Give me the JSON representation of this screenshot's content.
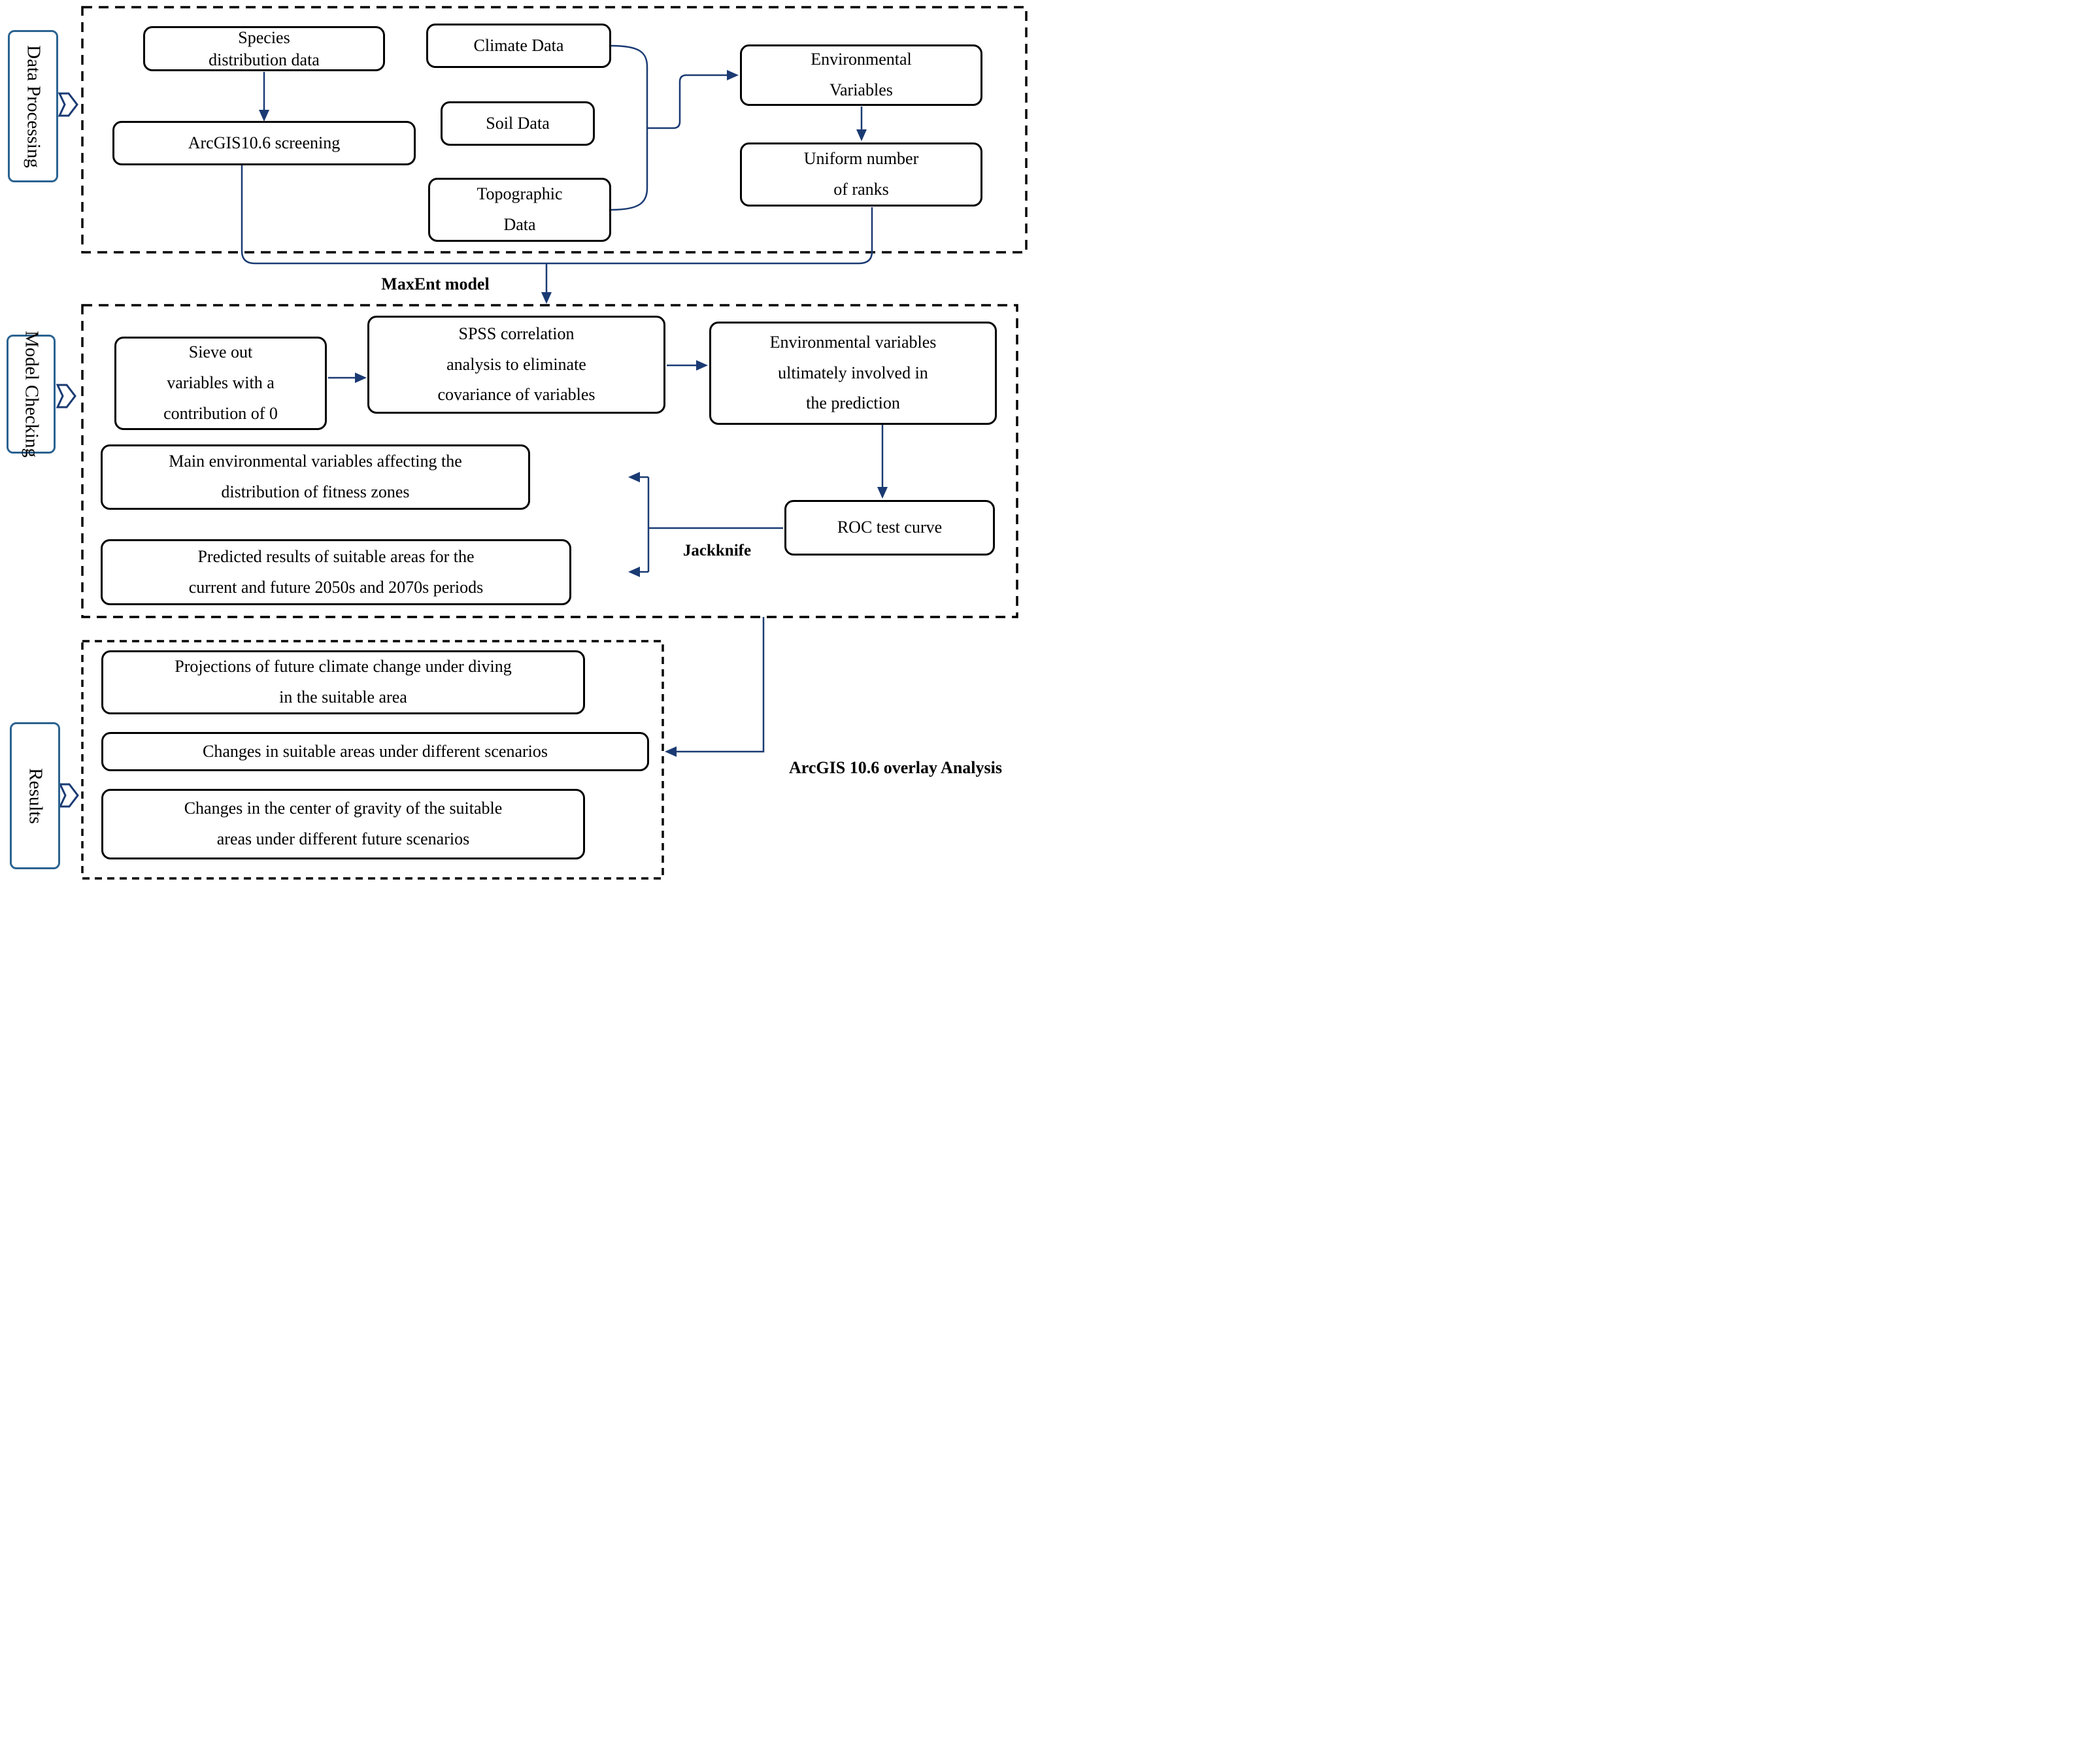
{
  "colors": {
    "line_navy": "#1a3a73",
    "label_border_blue": "#2b6391",
    "box_border": "#000000",
    "background": "#ffffff"
  },
  "section_labels": {
    "data_processing": "Data Processing",
    "model_checking": "Model Checking",
    "results": "Results"
  },
  "nodes": {
    "species": "Species\ndistribution data",
    "arcgis": "ArcGIS10.6 screening",
    "climate": "Climate Data",
    "soil": "Soil Data",
    "topographic": "Topographic\nData",
    "env_vars": "Environmental\nVariables",
    "uniform": "Uniform number\nof ranks",
    "sieve": "Sieve out\nvariables with a\ncontribution of 0",
    "spss": "SPSS correlation\nanalysis to eliminate\ncovariance of variables",
    "env_ult": "Environmental variables\nultimately involved in\nthe prediction",
    "main_env": "Main environmental variables affecting the\ndistribution of fitness zones",
    "predicted": "Predicted results of suitable areas for the\ncurrent and future 2050s and 2070s periods",
    "roc": "ROC test curve",
    "projections": "Projections of future climate change under diving\nin the suitable area",
    "changes_suitable": "Changes in suitable areas under different scenarios",
    "changes_gravity": "Changes in the center of gravity of the suitable\nareas under different future scenarios"
  },
  "annotations": {
    "maxent": "MaxEnt model",
    "jackknife": "Jackknife",
    "overlay": "ArcGIS 10.6 overlay Analysis"
  }
}
